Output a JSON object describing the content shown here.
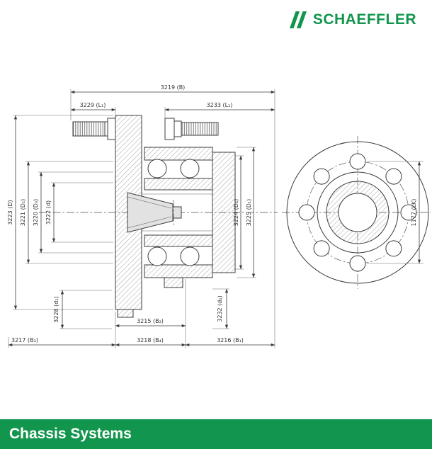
{
  "header": {
    "brand": "SCHAEFFLER"
  },
  "footer": {
    "title": "Chassis Systems"
  },
  "colors": {
    "brand_green": "#12954d"
  },
  "drawing": {
    "description": "Wheel hub bearing unit cross-section and end view with reference dimensions",
    "dims": {
      "b": "3219 (B)",
      "l1": "3229 (L₁)",
      "l2": "3233 (L₂)",
      "d_out": "3223 (D)",
      "d2": "3221 (D₂)",
      "d3": "3220 (D₃)",
      "d_small": "3222 (d)",
      "d4": "3224 (D₄)",
      "d1": "3225 (D₁)",
      "d2_small": "3228 (d₂)",
      "b2": "3215 (B₂)",
      "d1_small": "3232 (d₁)",
      "b3": "3217 (B₃)",
      "b4": "3218 (B₄)",
      "b1": "3216 (B₁)",
      "lk": "1177 (LK)"
    }
  }
}
